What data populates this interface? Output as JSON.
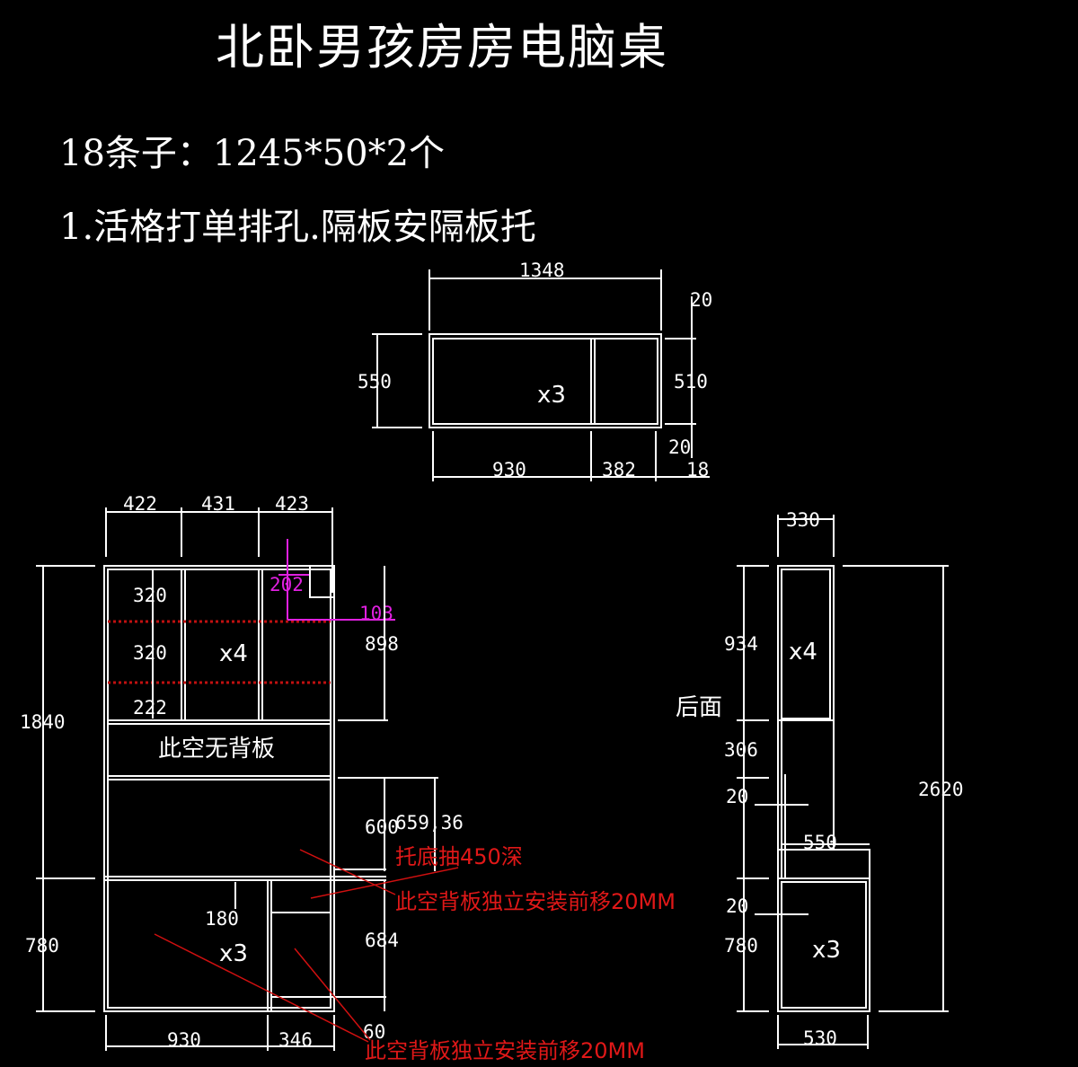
{
  "title": "北卧男孩房房电脑桌",
  "notes": [
    "18条子：1245*50*2个",
    "1.活格打单排孔.隔板安隔板托"
  ],
  "top_view": {
    "width": "1348",
    "depth": "550",
    "inner_depth": "510",
    "top_gap": "20",
    "bottom_gap": "20",
    "left_width": "930",
    "right_width": "382",
    "edge": "18",
    "qty": "x3"
  },
  "front_view": {
    "col_widths": [
      "422",
      "431",
      "423"
    ],
    "shelf_heights": [
      "320",
      "320",
      "222"
    ],
    "upper_height": "898",
    "total_upper": "1840",
    "lower_height": "780",
    "notch_h": "202",
    "notch_w": "103",
    "upper_qty": "x4",
    "no_back_note": "此空无背板",
    "desk_gap": "600",
    "desk_gap2": "659,36",
    "drawer_note": "托底抽450深",
    "back_note_1": "此空背板独立安装前移20MM",
    "back_note_2": "此空背板独立安装前移20MM",
    "lower_shelf": "180",
    "lower_qty": "x3",
    "lower_right_height": "684",
    "bottom_gap": "60",
    "bottom_widths": [
      "930",
      "346"
    ]
  },
  "side_view": {
    "label": "后面",
    "depth_top": "330",
    "upper": "934",
    "mid": "306",
    "gap1": "20",
    "desk_depth": "550",
    "gap2": "20",
    "lower": "780",
    "total": "2620",
    "depth_bottom": "530",
    "upper_qty": "x4",
    "lower_qty": "x3"
  }
}
